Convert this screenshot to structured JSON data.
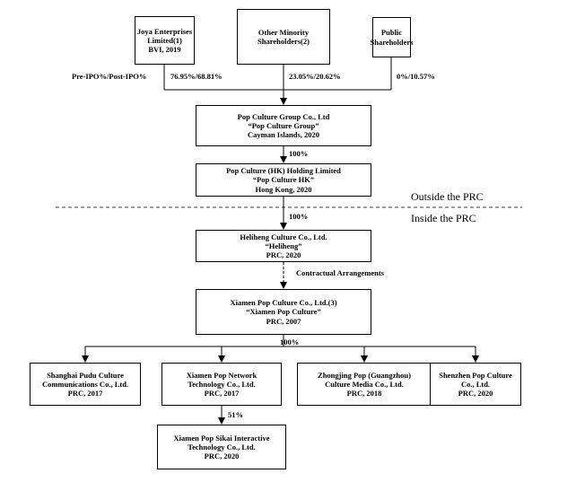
{
  "shareholders": [
    {
      "lines": [
        "Joya Enterprises",
        "Limited(1)",
        "BVI, 2019"
      ],
      "pct": "76.95%/68.81%"
    },
    {
      "lines": [
        "Other Minority",
        "Shareholders(2)"
      ],
      "pct": "23.05%/20.62%"
    },
    {
      "lines": [
        "Public",
        "Shareholders"
      ],
      "pct": "0%/10.57%"
    }
  ],
  "pre_post_label": "Pre-IPO%/Post-IPO%",
  "pop_culture_group": [
    "Pop Culture Group Co., Ltd",
    "“Pop Culture Group”",
    "Cayman Islands, 2020"
  ],
  "pct_group_to_hk": "100%",
  "pop_culture_hk": [
    "Pop Culture (HK) Holding Limited",
    "“Pop Culture HK”",
    "Hong Kong, 2020"
  ],
  "outside_prc": "Outside the PRC",
  "inside_prc": "Inside the PRC",
  "pct_hk_to_heliheng": "100%",
  "heliheng": [
    "Heliheng Culture Co., Ltd.",
    "“Heliheng”",
    "PRC, 2020"
  ],
  "contractual": "Contractual Arrangements",
  "xiamen_pop_culture": [
    "Xiamen Pop Culture Co., Ltd.(3)",
    "“Xiamen Pop Culture”",
    "PRC, 2007"
  ],
  "pct_subsidiaries": "100%",
  "subsidiaries": [
    [
      "Shanghai Pudu Culture",
      "Communications Co., Ltd.",
      "PRC, 2017"
    ],
    [
      "Xiamen Pop Network",
      "Technology Co., Ltd.",
      "PRC, 2017"
    ],
    [
      "Zhongjing Pop (Guangzhou)",
      "Culture Media Co., Ltd.",
      "PRC, 2018"
    ],
    [
      "Shenzhen Pop Culture",
      "Co., Ltd.",
      "PRC, 2020"
    ]
  ],
  "pct_sikai": "51%",
  "sikai": [
    "Xiamen Pop Sikai Interactive",
    "Technology Co., Ltd.",
    "PRC, 2020"
  ]
}
